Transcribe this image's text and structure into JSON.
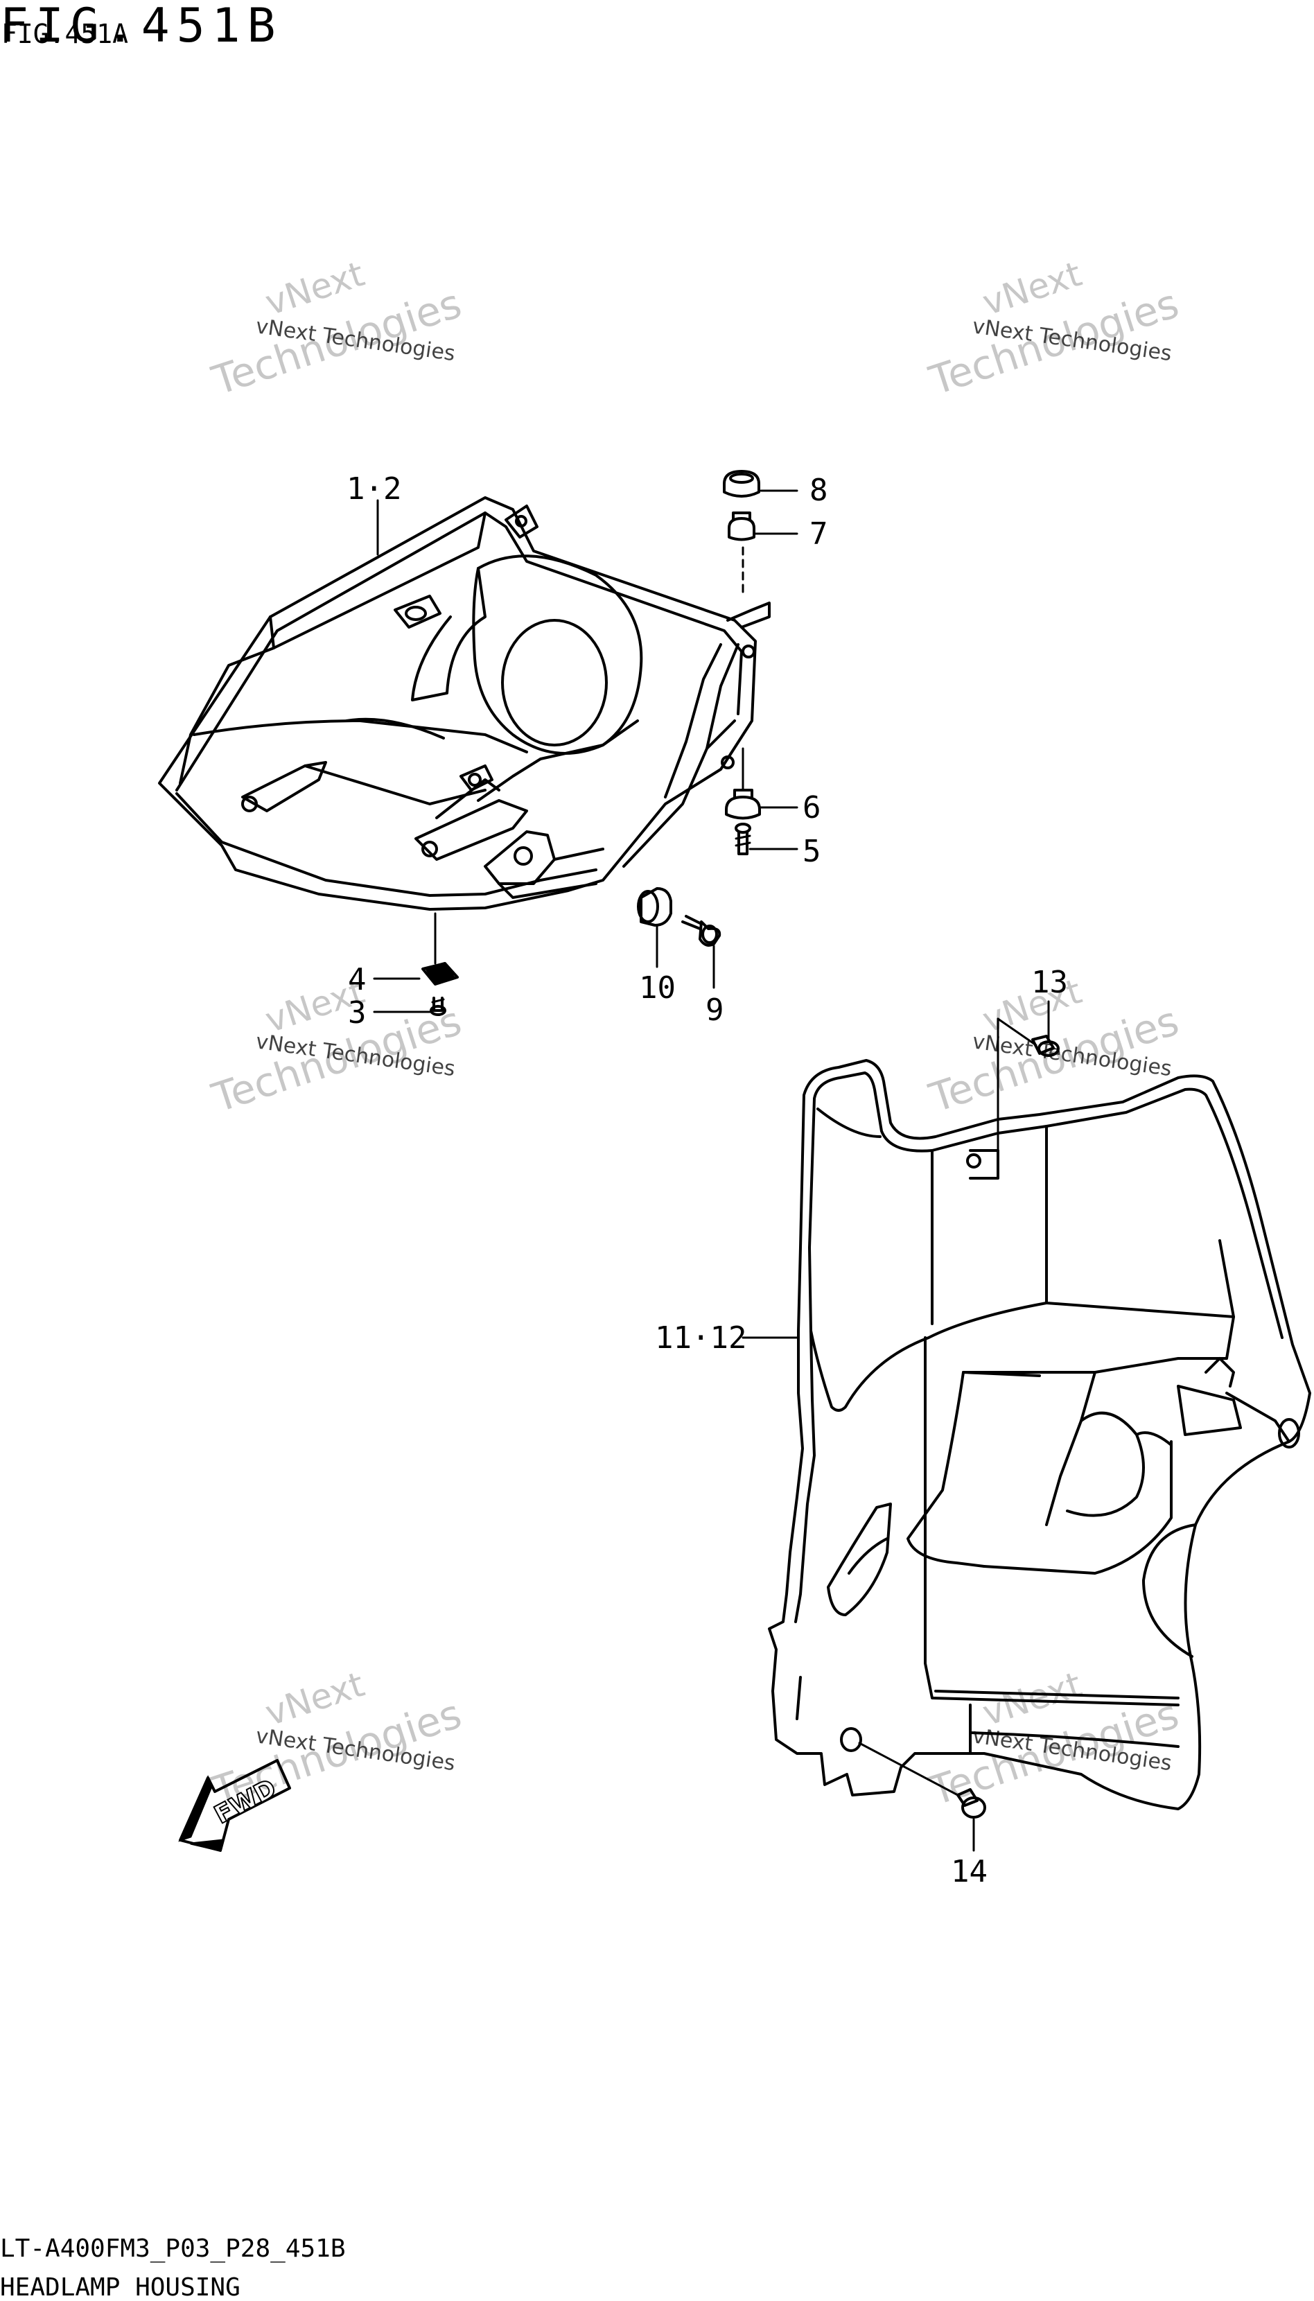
{
  "figure": {
    "title": "FIG.451B",
    "title_overlap": "FIG.451A"
  },
  "watermark": {
    "line1": "vNext",
    "line2": "Technologies",
    "full": "vNext Technologies"
  },
  "callouts": [
    {
      "id": "c-1-2",
      "label": "1·2"
    },
    {
      "id": "c-8",
      "label": "8"
    },
    {
      "id": "c-7",
      "label": "7"
    },
    {
      "id": "c-6",
      "label": "6"
    },
    {
      "id": "c-5",
      "label": "5"
    },
    {
      "id": "c-4",
      "label": "4"
    },
    {
      "id": "c-3",
      "label": "3"
    },
    {
      "id": "c-10",
      "label": "10"
    },
    {
      "id": "c-9",
      "label": "9"
    },
    {
      "id": "c-13",
      "label": "13"
    },
    {
      "id": "c-11-12",
      "label": "11·12"
    },
    {
      "id": "c-14",
      "label": "14"
    }
  ],
  "fwd_arrow": {
    "label": "FWD"
  },
  "footer": {
    "model_code": "LT-A400FM3_P03_P28_451B",
    "section_name": "HEADLAMP HOUSING"
  }
}
